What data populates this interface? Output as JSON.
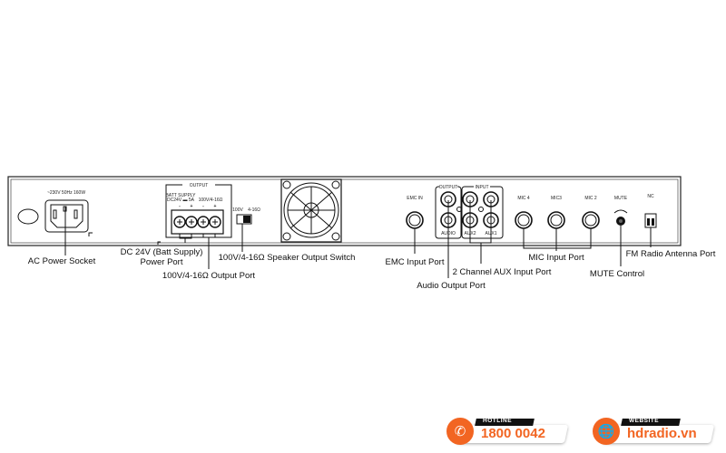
{
  "panel": {
    "ac_spec": "~230V 50Hz 160W",
    "output_box_title": "OUTPUT",
    "batt_supply": "BATT SUPPLY",
    "dc_spec": "DC24V ▬ 5A",
    "speaker_spec": "100V/4-16Ω",
    "terminal_signs": [
      "-",
      "+",
      "-",
      "+"
    ],
    "switch_left": "100V",
    "switch_right": "4-16Ω",
    "emc_in": "EMC IN",
    "audio_output_title": "OUTPUT",
    "audio_input_title": "INPUT",
    "audio": "AUDIO",
    "aux2": "AUX2",
    "aux1": "AUX1",
    "mic4": "MIC 4",
    "mic3": "MIC3",
    "mic2": "MIC 2",
    "mute": "MUTE",
    "nc": "NC"
  },
  "callouts": {
    "ac_power": "AC Power Socket",
    "dc_power_1": "DC 24V (Batt Supply)",
    "dc_power_2": "Power Port",
    "speaker_output": "100V/4-16Ω  Output Port",
    "speaker_switch": "100V/4-16Ω  Speaker Output Switch",
    "emc_input": "EMC Input Port",
    "audio_output": "Audio Output Port",
    "aux_input": "2 Channel AUX Input Port",
    "mic_input": "MIC Input Port",
    "mute_control": "MUTE Control",
    "fm_antenna": "FM Radio Antenna Port"
  },
  "footer": {
    "hotline_label": "HOTLINE",
    "hotline_number": "1800 0042",
    "website_label": "WEBSITE",
    "website_url": "hdradio.vn",
    "phone_icon": "phone-icon",
    "globe_icon": "globe-icon",
    "accent_color": "#f26522"
  }
}
